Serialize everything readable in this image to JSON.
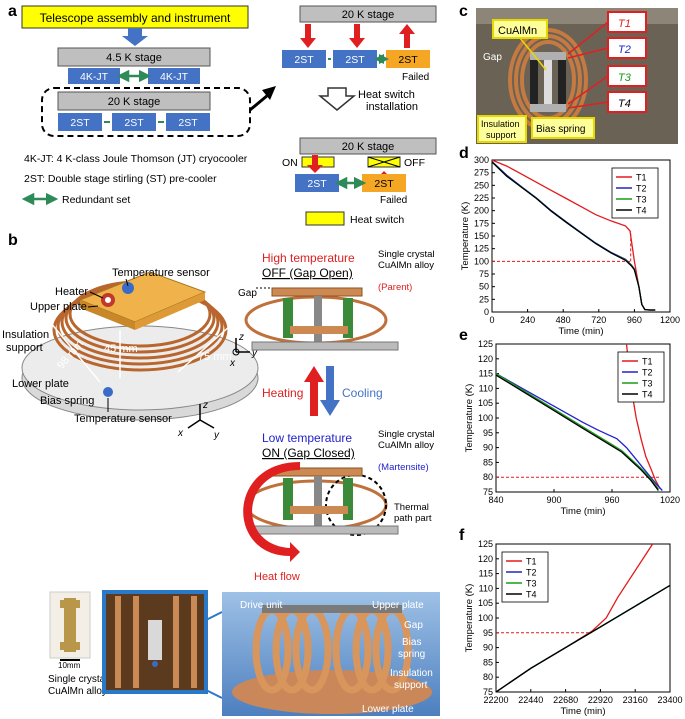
{
  "panel_letters": {
    "a": "a",
    "b": "b",
    "c": "c",
    "d": "d",
    "e": "e",
    "f": "f"
  },
  "colors": {
    "blue_box": "#4472c4",
    "yellow": "#ffff00",
    "orange": "#f5a623",
    "gray_box": "#bfbfbf",
    "arrow_blue": "#4472c4",
    "arrow_red": "#e02020",
    "green_arrow": "#2e8b57",
    "T1": "#e41a1c",
    "T2": "#2222cc",
    "T3": "#1a9a1a",
    "T4": "#000000",
    "ref_line": "#e41a1c"
  },
  "panel_a": {
    "top_box": "Telescope assembly and instrument",
    "stage_45": "4.5 K stage",
    "jt1": "4K-JT",
    "jt2": "4K-JT",
    "stage_20": "20 K stage",
    "st1": "2ST",
    "st2": "2ST",
    "st3": "2ST",
    "right_stage1": "20 K stage",
    "right_st1": "2ST",
    "right_st2": "2ST",
    "right_st3": "2ST",
    "failed1": "Failed",
    "heat_switch_install": "Heat switch\ninstallation",
    "right_stage2": "20 K stage",
    "on_label": "ON",
    "off_label": "OFF",
    "right2_st1": "2ST",
    "right2_st2": "2ST",
    "failed2": "Failed",
    "legend_jt": "4K-JT: 4 K-class Joule Thomson (JT) cryocooler",
    "legend_st": "2ST: Double stage stirling (ST) pre-cooler",
    "legend_redundant": "Redundant set",
    "legend_heat_switch": "Heat switch"
  },
  "panel_b": {
    "temp_sensor_top": "Temperature sensor",
    "heater": "Heater",
    "upper_plate": "Upper plate",
    "insulation_support": "Insulation\nsupport",
    "dim_98": "98 mm",
    "dim_45": "45 mm",
    "dim_75": "75 mm",
    "lower_plate": "Lower plate",
    "bias_spring": "Bias spring",
    "temp_sensor_bottom": "Temperature sensor",
    "axis_z": "z",
    "axis_x": "x",
    "axis_y": "y",
    "high_temp": "High temperature",
    "off_gap_open": "OFF (Gap Open)",
    "gap": "Gap",
    "single_crystal_parent": "Single crystal\nCuAlMn alloy",
    "parent": "(Parent)",
    "heating": "Heating",
    "cooling": "Cooling",
    "low_temp": "Low temperature",
    "on_gap_closed": "ON (Gap Closed)",
    "single_crystal_mart": "Single crystal\nCuAlMn alloy",
    "martensite": "(Martensite)",
    "thermal_path": "Thermal\npath part",
    "heat_flow": "Heat flow",
    "photo_scale": "10mm",
    "photo_caption": "Single crystal\nCuAlMn alloy",
    "photo_drive_unit": "Drive unit",
    "photo_upper_plate": "Upper plate",
    "photo_gap": "Gap",
    "photo_bias_spring": "Bias\nspring",
    "photo_insulation": "Insulation\nsupport",
    "photo_lower_plate": "Lower plate"
  },
  "panel_c": {
    "cualmn": "CuAlMn",
    "gap": "Gap",
    "T1": "T1",
    "T2": "T2",
    "T3": "T3",
    "T4": "T4",
    "insulation_support": "Insulation\nsupport",
    "bias_spring": "Bias spring"
  },
  "chart_data": [
    {
      "id": "d",
      "type": "line",
      "xlabel": "Time (min)",
      "ylabel": "Temperature (K)",
      "xlim": [
        0,
        1200
      ],
      "ylim": [
        0,
        300
      ],
      "xticks": [
        0,
        240,
        480,
        720,
        960,
        1200
      ],
      "yticks": [
        0,
        25,
        50,
        75,
        100,
        125,
        150,
        175,
        200,
        225,
        250,
        275,
        300
      ],
      "ref_lines": [
        {
          "y": 100,
          "x0": 0,
          "x1": 935
        },
        {
          "x": 935,
          "y0": 100,
          "y1": 160
        }
      ],
      "series": [
        {
          "name": "T1",
          "x": [
            0,
            100,
            200,
            300,
            400,
            500,
            600,
            700,
            800,
            900,
            930,
            960,
            990,
            1010,
            1030,
            1060,
            1100
          ],
          "y": [
            300,
            288,
            272,
            256,
            240,
            224,
            208,
            192,
            180,
            170,
            160,
            100,
            50,
            15,
            5,
            4,
            4
          ]
        },
        {
          "name": "T2",
          "x": [
            0,
            100,
            200,
            300,
            400,
            500,
            600,
            700,
            800,
            900,
            940,
            960,
            990,
            1010,
            1030,
            1060,
            1100
          ],
          "y": [
            297,
            270,
            247,
            225,
            200,
            178,
            157,
            136,
            118,
            104,
            93,
            85,
            50,
            15,
            5,
            4,
            4
          ]
        },
        {
          "name": "T3",
          "x": [
            0,
            100,
            200,
            300,
            400,
            500,
            600,
            700,
            800,
            900,
            940,
            960,
            990,
            1010,
            1030,
            1060,
            1100
          ],
          "y": [
            296,
            268,
            246,
            224,
            199,
            177,
            156,
            135,
            117,
            103,
            92,
            84,
            50,
            15,
            5,
            4,
            4
          ]
        },
        {
          "name": "T4",
          "x": [
            0,
            100,
            200,
            300,
            400,
            500,
            600,
            700,
            800,
            900,
            940,
            960,
            990,
            1010,
            1030,
            1060,
            1100
          ],
          "y": [
            296,
            268,
            246,
            224,
            199,
            177,
            156,
            135,
            117,
            102,
            91,
            83,
            50,
            15,
            5,
            4,
            4
          ]
        }
      ]
    },
    {
      "id": "e",
      "type": "line",
      "xlabel": "Time (min)",
      "ylabel": "Temperature (K)",
      "xlim": [
        840,
        1020
      ],
      "ylim": [
        75,
        125
      ],
      "xticks": [
        840,
        900,
        960,
        1020
      ],
      "yticks": [
        75,
        80,
        85,
        90,
        95,
        100,
        105,
        110,
        115,
        120,
        125
      ],
      "ref_lines": [
        {
          "y": 80,
          "x0": 840,
          "x1": 1010
        }
      ],
      "series": [
        {
          "name": "T1",
          "x": [
            975,
            980,
            985,
            990,
            995,
            1000,
            1005,
            1010
          ],
          "y": [
            125,
            110,
            100,
            93,
            87,
            83,
            79,
            76
          ]
        },
        {
          "name": "T2",
          "x": [
            840,
            870,
            900,
            930,
            945,
            955,
            965,
            975,
            985,
            995,
            1005,
            1012
          ],
          "y": [
            115,
            109.5,
            104,
            98.5,
            96,
            94.5,
            93,
            90,
            86,
            82,
            78,
            75.5
          ]
        },
        {
          "name": "T3",
          "x": [
            840,
            870,
            900,
            930,
            950,
            960,
            970,
            980,
            990,
            1000,
            1008
          ],
          "y": [
            115,
            109,
            103,
            97,
            93,
            91,
            89,
            86,
            83,
            79.5,
            76
          ]
        },
        {
          "name": "T4",
          "x": [
            840,
            870,
            900,
            930,
            950,
            960,
            970,
            980,
            990,
            1000,
            1008
          ],
          "y": [
            114.5,
            108.5,
            102.5,
            96.5,
            92.5,
            90.5,
            88.5,
            85.5,
            82.5,
            79,
            75.5
          ]
        }
      ]
    },
    {
      "id": "f",
      "type": "line",
      "xlabel": "Time (min)",
      "ylabel": "Temperature (K)",
      "xlim": [
        22200,
        23400
      ],
      "ylim": [
        75,
        125
      ],
      "xticks": [
        22200,
        22440,
        22680,
        22920,
        23160,
        23400
      ],
      "yticks": [
        75,
        80,
        85,
        90,
        95,
        100,
        105,
        110,
        115,
        120,
        125
      ],
      "ref_lines": [
        {
          "y": 95,
          "x0": 22200,
          "x1": 22860
        }
      ],
      "series": [
        {
          "name": "T1",
          "x": [
            22200,
            22440,
            22680,
            22860,
            22960,
            23040,
            23160,
            23280
          ],
          "y": [
            75,
            83,
            90,
            95.5,
            100,
            107,
            116,
            125
          ]
        },
        {
          "name": "T2",
          "x": [
            22200,
            22440,
            22680,
            22920,
            23160,
            23400
          ],
          "y": [
            75,
            83,
            90,
            97,
            104,
            111
          ]
        },
        {
          "name": "T3",
          "x": [
            22200,
            22440,
            22680,
            22920,
            23160,
            23400
          ],
          "y": [
            75,
            83,
            90,
            97,
            104,
            111
          ]
        },
        {
          "name": "T4",
          "x": [
            22200,
            22440,
            22680,
            22920,
            23160,
            23400
          ],
          "y": [
            75,
            83,
            90,
            97,
            104,
            111
          ]
        }
      ]
    }
  ]
}
